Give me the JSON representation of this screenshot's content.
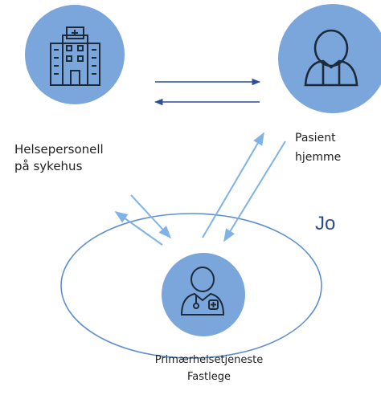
{
  "nodes": {
    "hospital": {
      "icon": "hospital-building-icon",
      "label_line1": "Helsepersonell",
      "label_line2": "på sykehus"
    },
    "patient": {
      "icon": "patient-person-icon",
      "label_line1": "Pasient",
      "label_line2": "hjemme"
    },
    "gp": {
      "icon": "doctor-icon",
      "label_line1": "Primærhelsetjeneste",
      "label_line2": "Fastlege"
    }
  },
  "cut_off_text": "Jo",
  "colors": {
    "circle_fill": "#7aa6dc",
    "icon_stroke": "#1d2a3a",
    "arrow_dark": "#2c4f96",
    "arrow_light": "#7fb2e6",
    "ellipse_stroke": "#5f8fce"
  }
}
